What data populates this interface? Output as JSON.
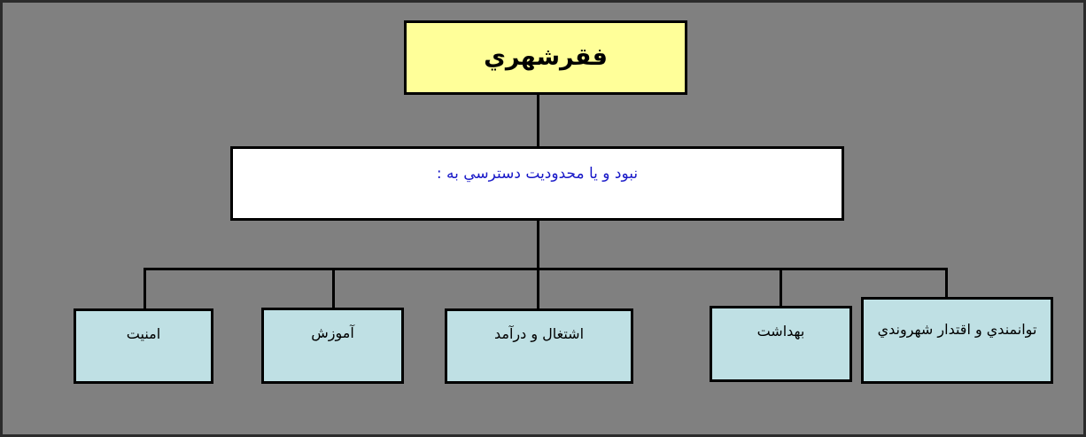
{
  "diagram": {
    "background_color": "#808080",
    "border_color": "#2b2b2b",
    "root": {
      "label": "فقرشهري",
      "fill": "#ffff99",
      "text_color": "#000000"
    },
    "middle": {
      "label": "نبود و يا محدوديت دسترسي به :",
      "fill": "#ffffff",
      "text_color": "#1919c8"
    },
    "leaves": [
      {
        "label": "امنيت",
        "fill": "#bfe0e4",
        "text_color": "#000000"
      },
      {
        "label": "آموزش",
        "fill": "#bfe0e4",
        "text_color": "#000000"
      },
      {
        "label": "اشتغال و درآمد",
        "fill": "#bfe0e4",
        "text_color": "#000000"
      },
      {
        "label": "بهداشت",
        "fill": "#bfe0e4",
        "text_color": "#000000"
      },
      {
        "label": "توانمندي و اقتدار شهروندي",
        "fill": "#bfe0e4",
        "text_color": "#000000"
      }
    ]
  }
}
